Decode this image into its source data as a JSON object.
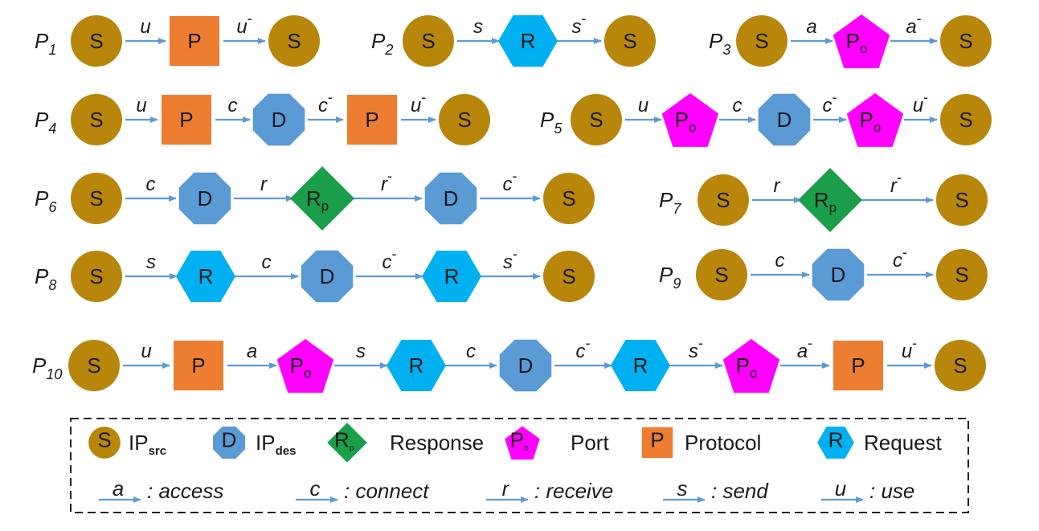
{
  "colors": {
    "S": "#b8860b",
    "D": "#5b9bd5",
    "Rp": "#1a9e4a",
    "Po": "#ff00ff",
    "P": "#ed7d31",
    "R": "#00b0f0",
    "arrow": "#5b9bd5"
  },
  "node_types": {
    "S": {
      "main": "S",
      "sub": "",
      "shape": "circle"
    },
    "D": {
      "main": "D",
      "sub": "",
      "shape": "octagon"
    },
    "Rp": {
      "main": "R",
      "sub": "p",
      "shape": "diamond"
    },
    "Po": {
      "main": "P",
      "sub": "o",
      "shape": "pentagon"
    },
    "P": {
      "main": "P",
      "sub": "",
      "shape": "square"
    },
    "R": {
      "main": "R",
      "sub": "",
      "shape": "hexagon"
    }
  },
  "paths": [
    {
      "label": "P",
      "sub": "1",
      "nodes": [
        "S",
        "P",
        "S"
      ],
      "edges": [
        "u",
        "u-"
      ]
    },
    {
      "label": "P",
      "sub": "2",
      "nodes": [
        "S",
        "R",
        "S"
      ],
      "edges": [
        "s",
        "s-"
      ]
    },
    {
      "label": "P",
      "sub": "3",
      "nodes": [
        "S",
        "Po",
        "S"
      ],
      "edges": [
        "a",
        "a-"
      ]
    },
    {
      "label": "P",
      "sub": "4",
      "nodes": [
        "S",
        "P",
        "D",
        "P",
        "S"
      ],
      "edges": [
        "u",
        "c",
        "c-",
        "u-"
      ]
    },
    {
      "label": "P",
      "sub": "5",
      "nodes": [
        "S",
        "Po",
        "D",
        "Po",
        "S"
      ],
      "edges": [
        "u",
        "c",
        "c-",
        "u-"
      ]
    },
    {
      "label": "P",
      "sub": "6",
      "nodes": [
        "S",
        "D",
        "Rp",
        "D",
        "S"
      ],
      "edges": [
        "c",
        "r",
        "r-",
        "c-"
      ]
    },
    {
      "label": "P",
      "sub": "7",
      "nodes": [
        "S",
        "Rp",
        "S"
      ],
      "edges": [
        "r",
        "r-"
      ]
    },
    {
      "label": "P",
      "sub": "8",
      "nodes": [
        "S",
        "R",
        "D",
        "R",
        "S"
      ],
      "edges": [
        "s",
        "c",
        "c-",
        "s-"
      ]
    },
    {
      "label": "P",
      "sub": "9",
      "nodes": [
        "S",
        "D",
        "S"
      ],
      "edges": [
        "c",
        "c-"
      ]
    },
    {
      "label": "P",
      "sub": "10",
      "nodes": [
        "S",
        "P",
        "Po",
        "R",
        "D",
        "R",
        "Po",
        "P",
        "S"
      ],
      "edges": [
        "u",
        "a",
        "s",
        "c",
        "c-",
        "s-",
        "a-",
        "u-"
      ]
    }
  ],
  "legend": {
    "nodes": [
      {
        "type": "S",
        "name": "IP",
        "sub": "src"
      },
      {
        "type": "D",
        "name": "IP",
        "sub": "des"
      },
      {
        "type": "Rp",
        "name": "Response",
        "sub": ""
      },
      {
        "type": "Po",
        "name": "Port",
        "sub": ""
      },
      {
        "type": "P",
        "name": "Protocol",
        "sub": ""
      },
      {
        "type": "R",
        "name": "Request",
        "sub": ""
      }
    ],
    "edges": [
      {
        "symbol": "a",
        "meaning": ": access"
      },
      {
        "symbol": "c",
        "meaning": ": connect"
      },
      {
        "symbol": "r",
        "meaning": ": receive"
      },
      {
        "symbol": "s",
        "meaning": ": send"
      },
      {
        "symbol": "u",
        "meaning": ": use"
      }
    ]
  }
}
